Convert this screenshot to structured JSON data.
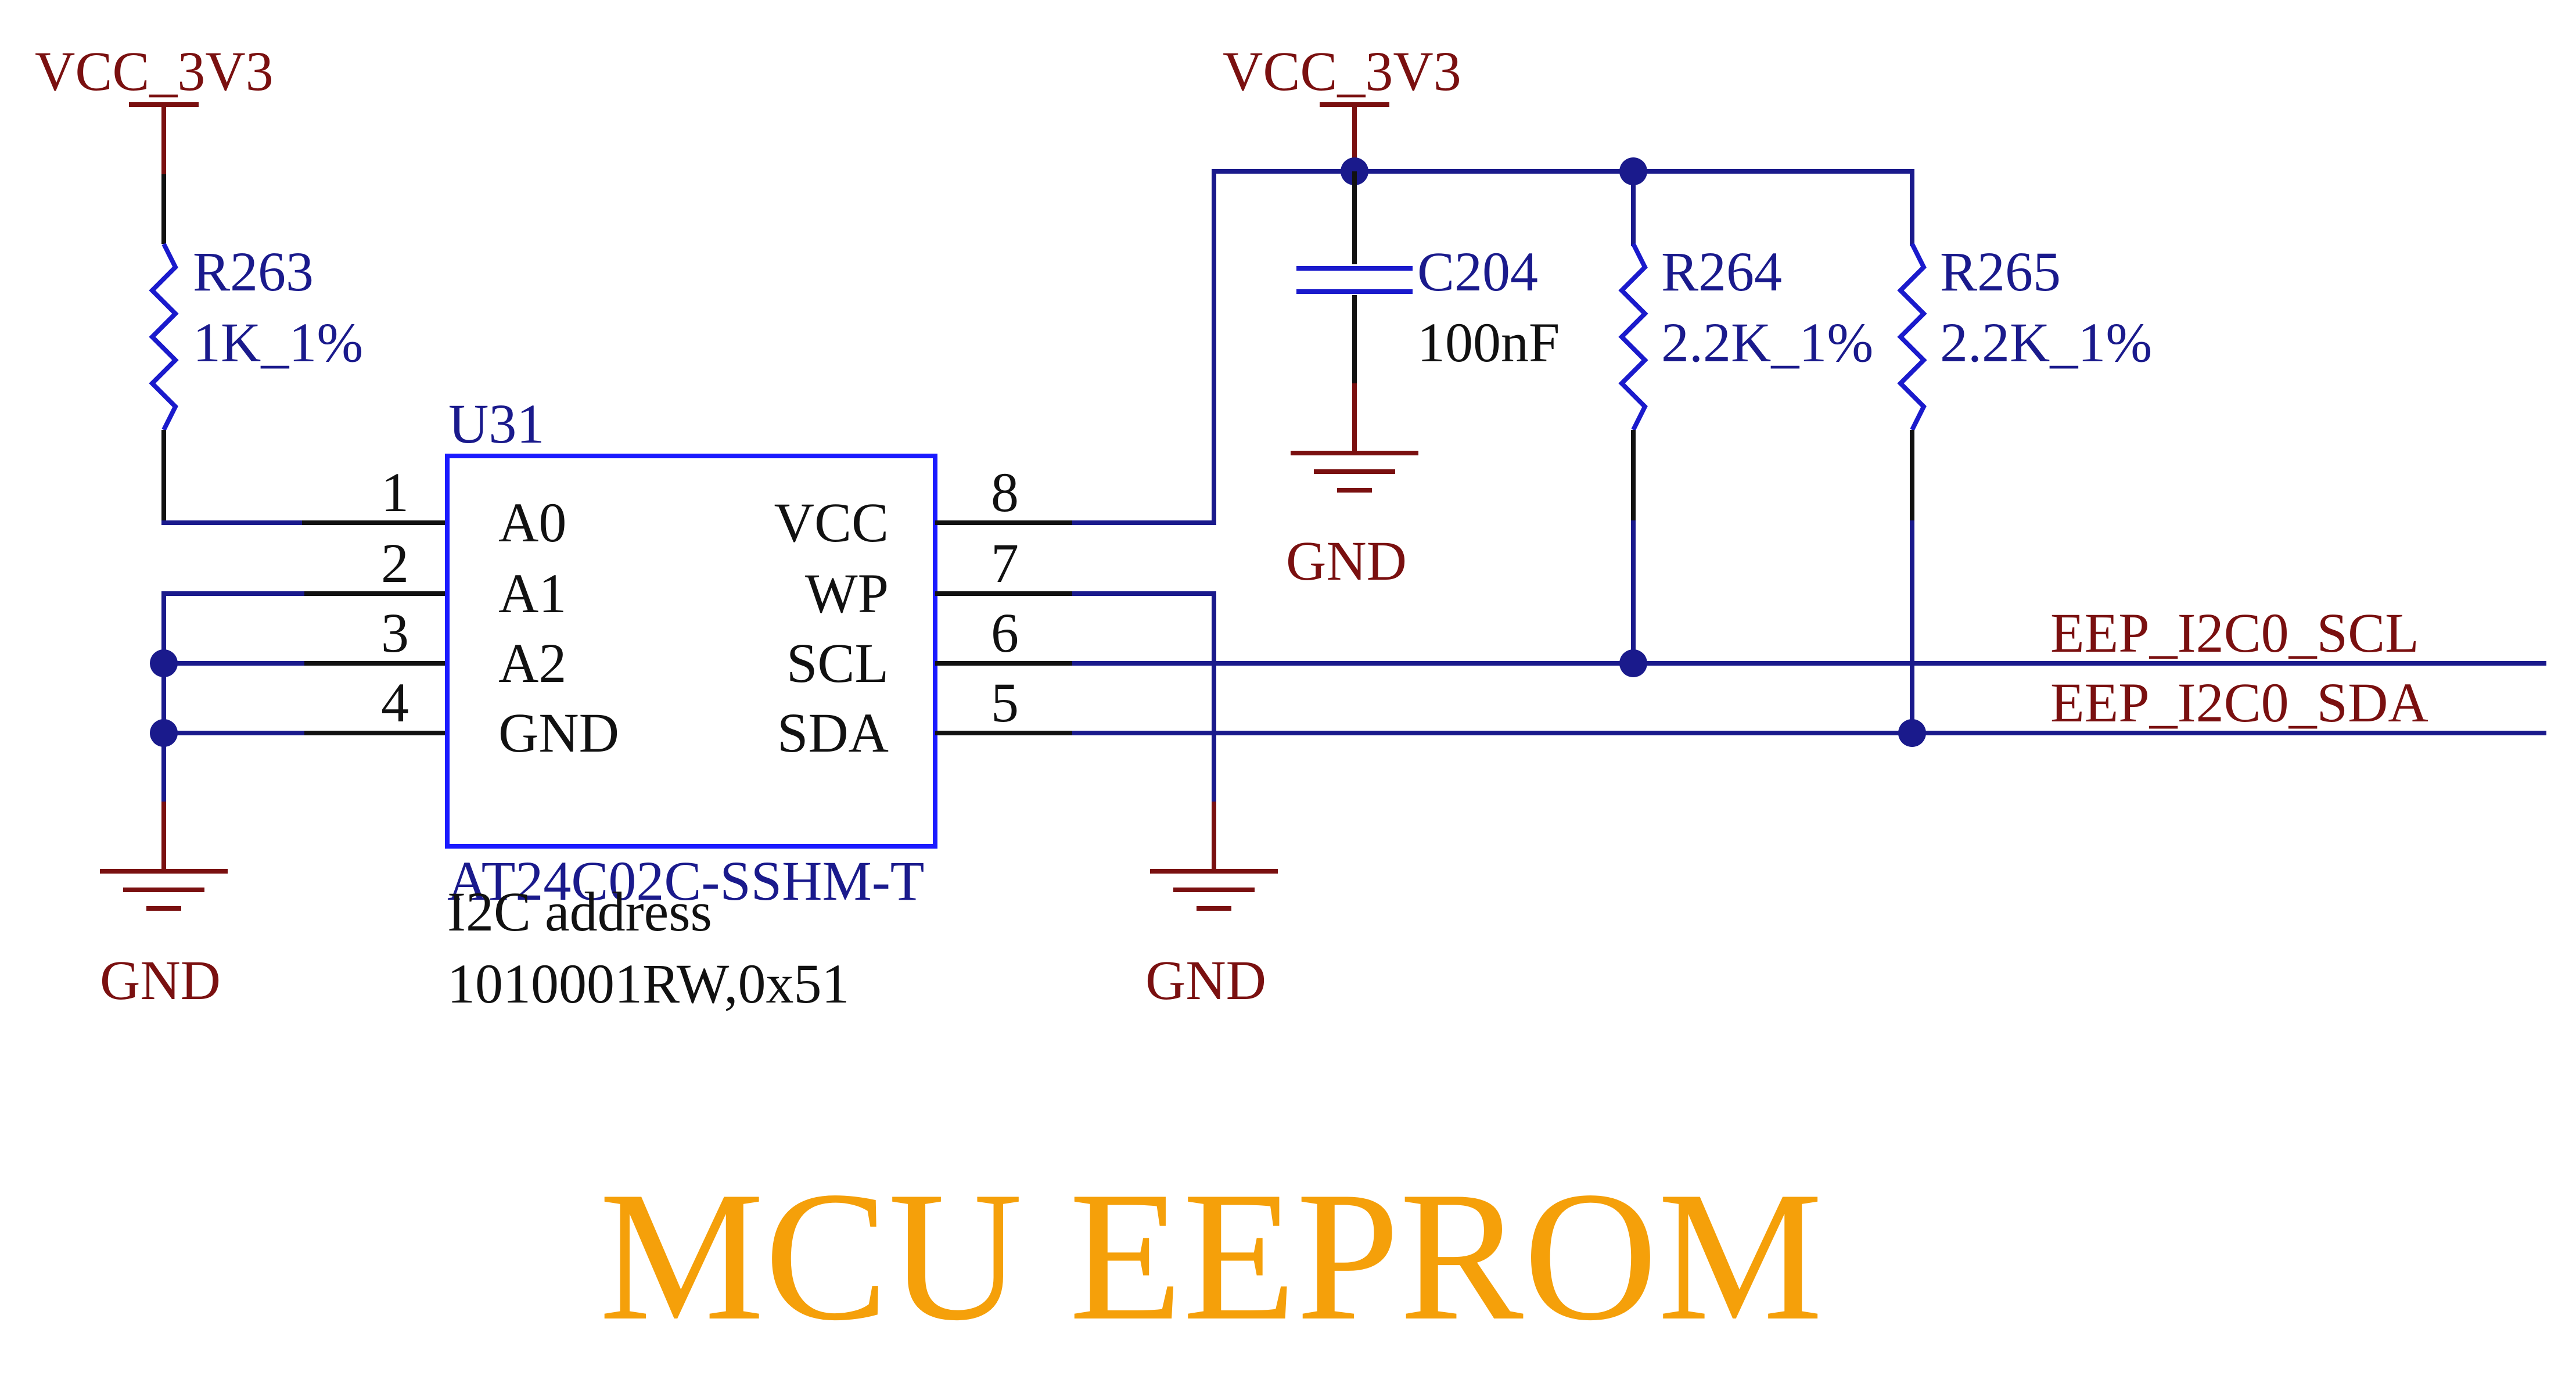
{
  "title": "MCU EEPROM",
  "nets": {
    "vcc_left": "VCC_3V3",
    "vcc_right": "VCC_3V3",
    "gnd_left": "GND",
    "gnd_mid": "GND",
    "gnd_cap": "GND",
    "scl": "EEP_I2C0_SCL",
    "sda": "EEP_I2C0_SDA"
  },
  "components": {
    "r263": {
      "ref": "R263",
      "value": "1K_1%"
    },
    "r264": {
      "ref": "R264",
      "value": "2.2K_1%"
    },
    "r265": {
      "ref": "R265",
      "value": "2.2K_1%"
    },
    "c204": {
      "ref": "C204",
      "value": "100nF"
    },
    "u31": {
      "ref": "U31",
      "part": "AT24C02C-SSHM-T",
      "note_line1": "I2C address",
      "note_line2": "1010001RW,0x51",
      "pins_left": [
        {
          "num": "1",
          "name": "A0"
        },
        {
          "num": "2",
          "name": "A1"
        },
        {
          "num": "3",
          "name": "A2"
        },
        {
          "num": "4",
          "name": "GND"
        }
      ],
      "pins_right": [
        {
          "num": "8",
          "name": "VCC"
        },
        {
          "num": "7",
          "name": "WP"
        },
        {
          "num": "6",
          "name": "SCL"
        },
        {
          "num": "5",
          "name": "SDA"
        }
      ]
    }
  },
  "colors": {
    "wire": "#1a1a8c",
    "power": "#7a1010",
    "component": "#1a1acc",
    "title": "#f5a00a"
  }
}
